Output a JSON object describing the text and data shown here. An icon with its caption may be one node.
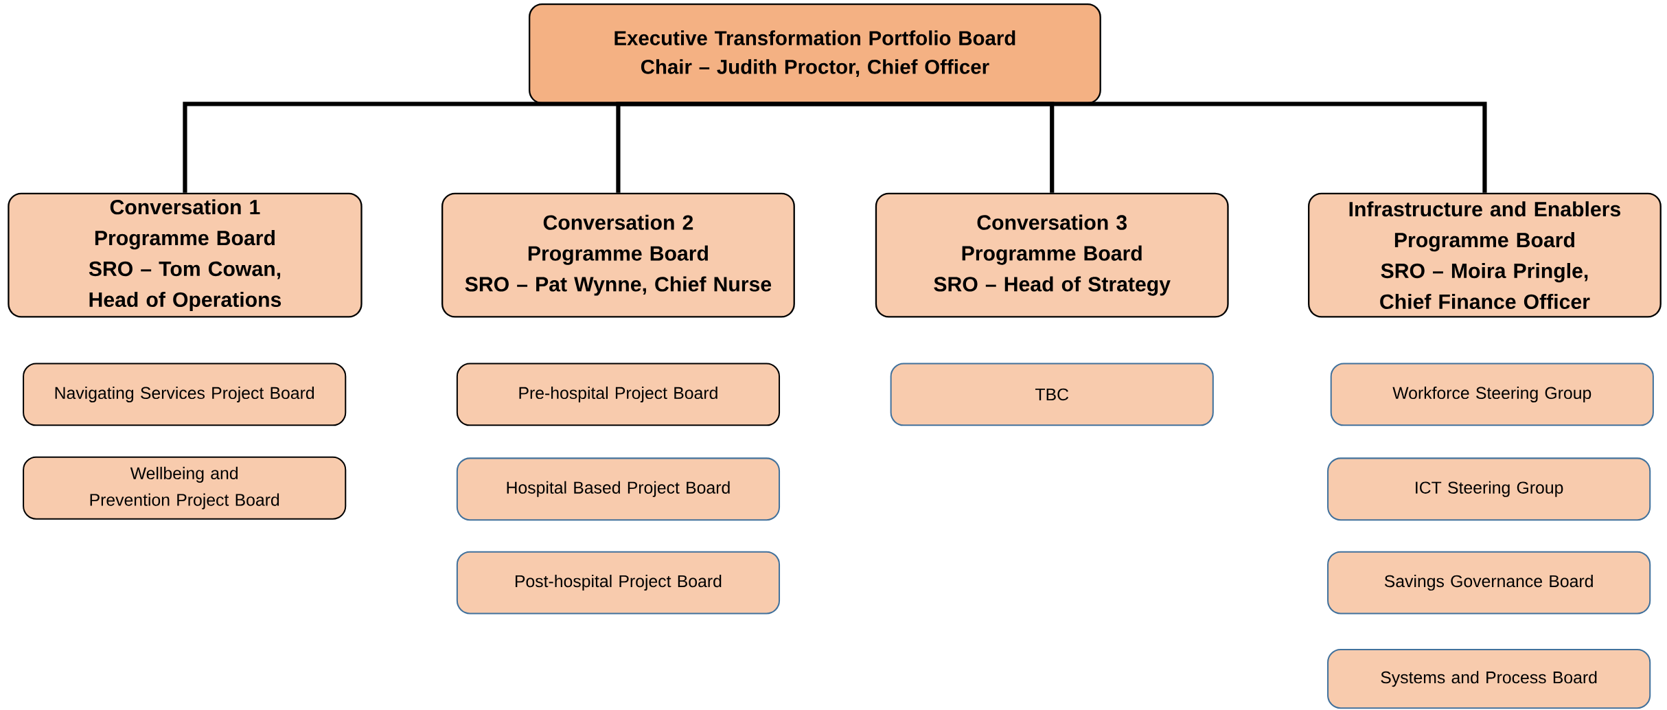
{
  "diagram": {
    "nodes": [
      {
        "text": [
          "Executive Transformation Portfolio Board",
          "Chair – Judith Proctor, Chief Officer"
        ]
      },
      {
        "text": [
          "Conversation 1 Programme Board",
          "SRO – Tom Cowan, Head of Operations"
        ]
      },
      {
        "text": [
          "Conversation 2 Programme Board",
          "SRO – Pat Wynne, Chief Nurse"
        ]
      },
      {
        "text": [
          "Conversation 3 Programme Board",
          "SRO – Head of Strategy"
        ]
      },
      {
        "text": [
          "Infrastructure and Enablers Programme Board",
          "SRO – Moira Pringle, Chief Finance Officer"
        ]
      },
      {
        "text": [
          "Navigating Services Project Board"
        ]
      },
      {
        "text": [
          "Wellbeing and Prevention Project Board"
        ]
      },
      {
        "text": [
          "Pre-hospital Project Board"
        ]
      },
      {
        "text": [
          "Hospital Based Project Board"
        ]
      },
      {
        "text": [
          "Post-hospital Project Board"
        ]
      },
      {
        "text": [
          "TBC"
        ]
      },
      {
        "text": [
          "Workforce Steering Group"
        ]
      },
      {
        "text": [
          "ICT Steering Group"
        ]
      },
      {
        "text": [
          "Savings Governance Board"
        ]
      },
      {
        "text": [
          "Systems and Process Board"
        ]
      }
    ],
    "edges": [
      {
        "from": 0,
        "to": 1,
        "arrow": "none"
      },
      {
        "from": 0,
        "to": 2,
        "arrow": "none"
      },
      {
        "from": 0,
        "to": 3,
        "arrow": "none"
      },
      {
        "from": 0,
        "to": 4,
        "arrow": "none"
      }
    ]
  }
}
